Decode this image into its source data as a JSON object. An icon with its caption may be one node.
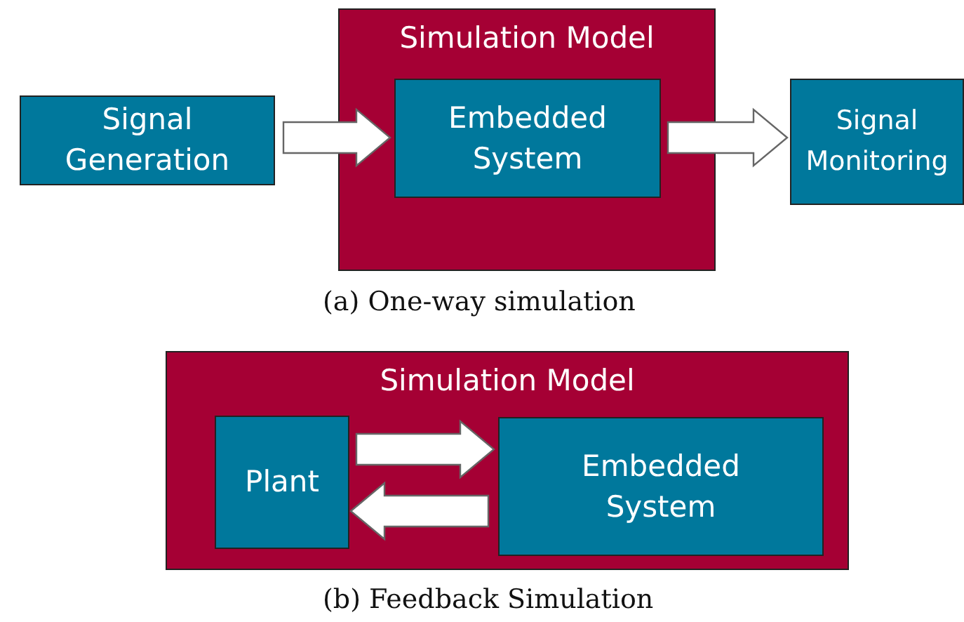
{
  "diagram": {
    "nodes": [
      {
        "text": [
          "Signal Generation"
        ]
      },
      {
        "text": [
          "Simulation Model"
        ]
      },
      {
        "text": [
          "Embedded System"
        ],
        "in": 1
      },
      {
        "text": [
          "Signal Monitoring"
        ]
      },
      {
        "text": [
          "Simulation Model"
        ]
      },
      {
        "text": [
          "Plant"
        ],
        "in": 4
      },
      {
        "text": [
          "Embedded System"
        ],
        "in": 4
      }
    ],
    "edges": [
      {
        "from": 0,
        "to": 2,
        "arrow": "to"
      },
      {
        "from": 2,
        "to": 3,
        "arrow": "to"
      },
      {
        "from": 5,
        "to": 6,
        "arrow": "to"
      },
      {
        "from": 6,
        "to": 5,
        "arrow": "to"
      }
    ],
    "labels": [
      "(a) One-way simulation",
      "(b) Feedback Simulation"
    ]
  }
}
